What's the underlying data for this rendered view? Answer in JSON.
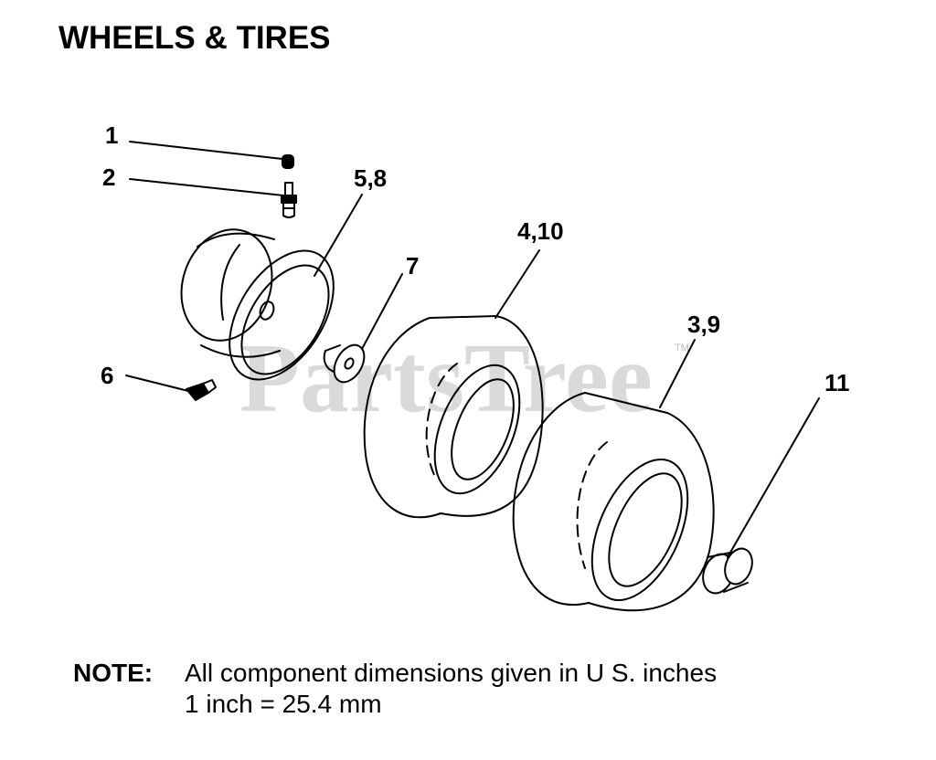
{
  "title": "WHEELS & TIRES",
  "watermark": "PartsTree",
  "watermark_mark": "TM",
  "callouts": {
    "c1": "1",
    "c2": "2",
    "c58": "5,8",
    "c7": "7",
    "c410": "4,10",
    "c39": "3,9",
    "c6": "6",
    "c11": "11"
  },
  "note": {
    "label": "NOTE:",
    "line1": "All component dimensions given in U S. inches",
    "line2": "1 inch = 25.4 mm"
  }
}
